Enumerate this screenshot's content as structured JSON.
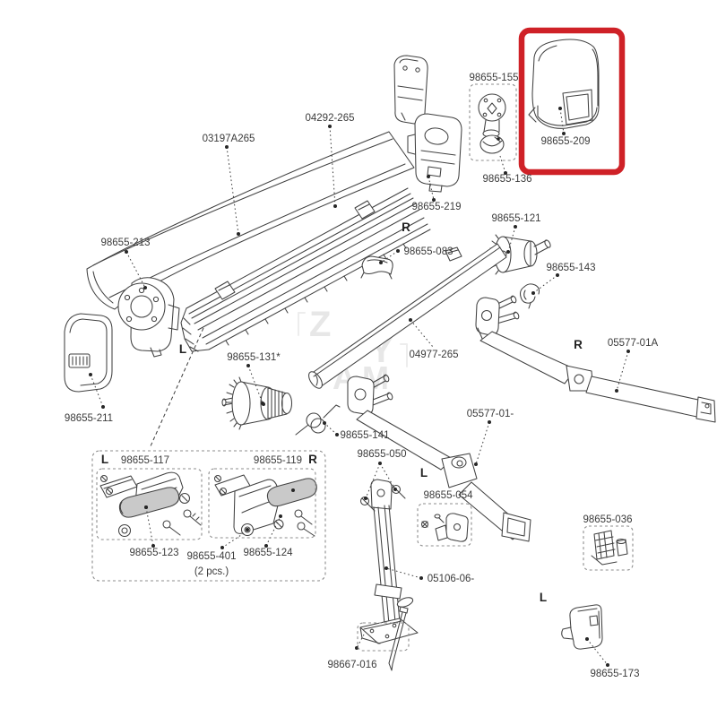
{
  "watermark": {
    "z": "Z",
    "y": "Y",
    "a": "A",
    "m": "M"
  },
  "highlight": {
    "color": "#cf2127",
    "highlighted_part": "98655-209"
  },
  "labels": {
    "case_cover": "03197A265",
    "case_profile": "04292-265",
    "kit_155": "98655-155",
    "part_136": "98655-136",
    "part_209": "98655-209",
    "part_219": "98655-219",
    "part_083": "98655-083",
    "part_121": "98655-121",
    "part_143": "98655-143",
    "part_213": "98655-213",
    "part_211": "98655-211",
    "part_131": "98655-131*",
    "part_141": "98655-141",
    "tube": "04977-265",
    "arm_right": "05577-01A",
    "arm_left": "05577-01-",
    "part_050": "98655-050",
    "kit_054": "98655-054",
    "kit_036": "98655-036",
    "part_173": "98655-173",
    "leg": "05106-06-",
    "kit_foot": "98667-016",
    "kit_117": "98655-117",
    "kit_119": "98655-119",
    "part_123": "98655-123",
    "part_401": "98655-401",
    "part_401_qty": "(2 pcs.)",
    "part_124": "98655-124",
    "L": "L",
    "R": "R"
  }
}
